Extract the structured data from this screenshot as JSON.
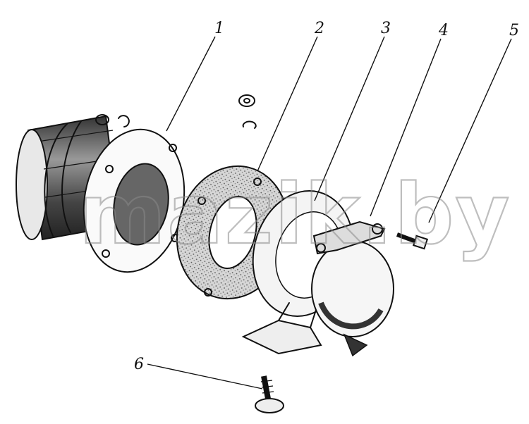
{
  "callouts": [
    {
      "id": "1",
      "label": "1"
    },
    {
      "id": "2",
      "label": "2"
    },
    {
      "id": "3",
      "label": "3"
    },
    {
      "id": "4",
      "label": "4"
    },
    {
      "id": "5",
      "label": "5"
    },
    {
      "id": "6",
      "label": "6"
    }
  ],
  "watermark": "mazik.by",
  "colors": {
    "ink": "#111111",
    "gasket": "#b8b8b8",
    "background": "#ffffff"
  }
}
